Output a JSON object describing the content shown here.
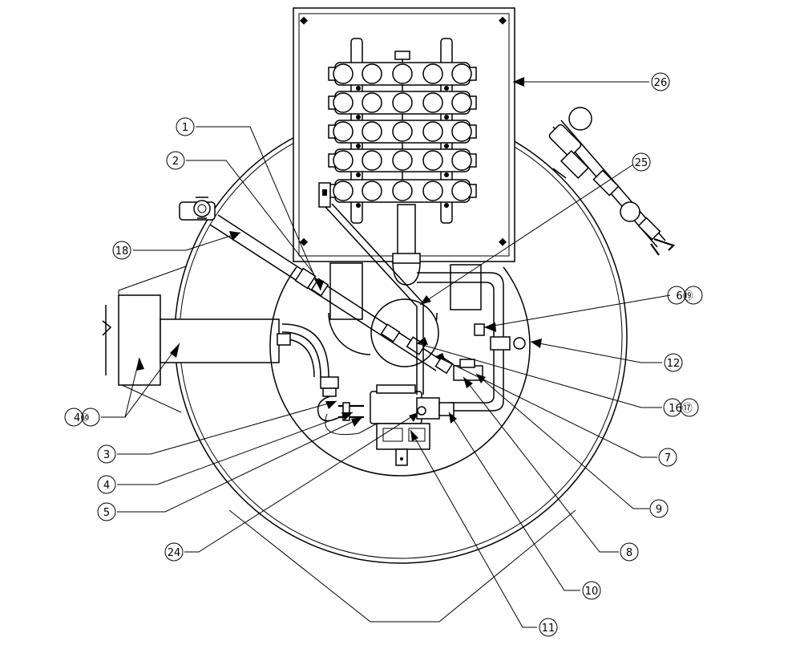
{
  "callouts": [
    {
      "id": "c1",
      "label": "1"
    },
    {
      "id": "c2",
      "label": "2"
    },
    {
      "id": "c3",
      "label": "3"
    },
    {
      "id": "c4",
      "label": "4"
    },
    {
      "id": "c4-10",
      "label": "4⑩"
    },
    {
      "id": "c5",
      "label": "5"
    },
    {
      "id": "c6-19",
      "label": "6⑲"
    },
    {
      "id": "c7",
      "label": "7"
    },
    {
      "id": "c8",
      "label": "8"
    },
    {
      "id": "c9",
      "label": "9"
    },
    {
      "id": "c10",
      "label": "10"
    },
    {
      "id": "c11",
      "label": "11"
    },
    {
      "id": "c12",
      "label": "12"
    },
    {
      "id": "c16-17",
      "label": "16⑰"
    },
    {
      "id": "c18",
      "label": "18"
    },
    {
      "id": "c24",
      "label": "24"
    },
    {
      "id": "c25",
      "label": "25"
    },
    {
      "id": "c26",
      "label": "26"
    }
  ]
}
